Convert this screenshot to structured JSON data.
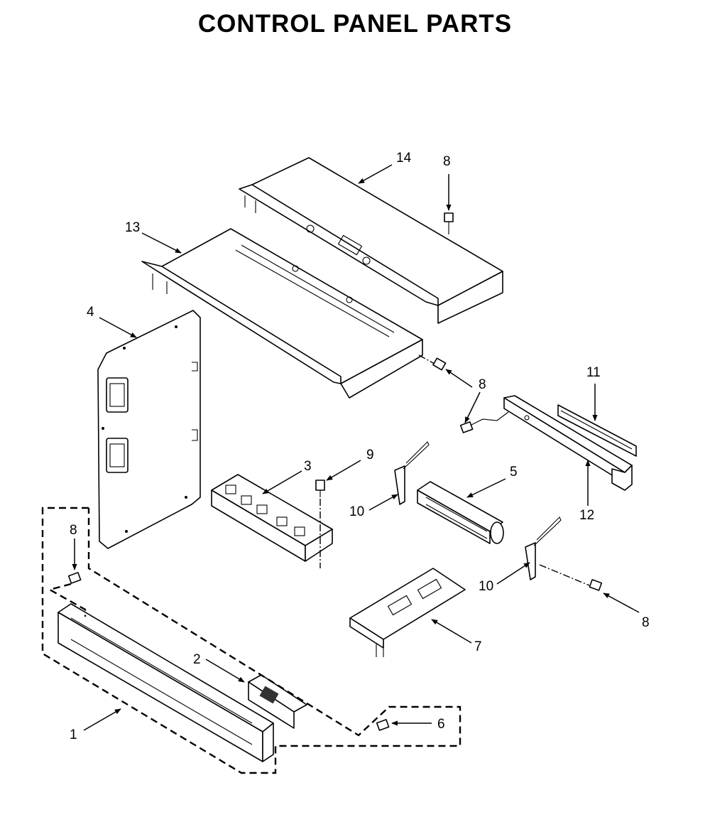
{
  "title": "CONTROL PANEL PARTS",
  "callouts": {
    "c1": "1",
    "c2": "2",
    "c3": "3",
    "c4": "4",
    "c5": "5",
    "c6": "6",
    "c7": "7",
    "c8_top": "8",
    "c8_mid": "8",
    "c8_left": "8",
    "c8_right": "8",
    "c9": "9",
    "c10_left": "10",
    "c10_right": "10",
    "c11": "11",
    "c12": "12",
    "c13": "13",
    "c14": "14"
  }
}
